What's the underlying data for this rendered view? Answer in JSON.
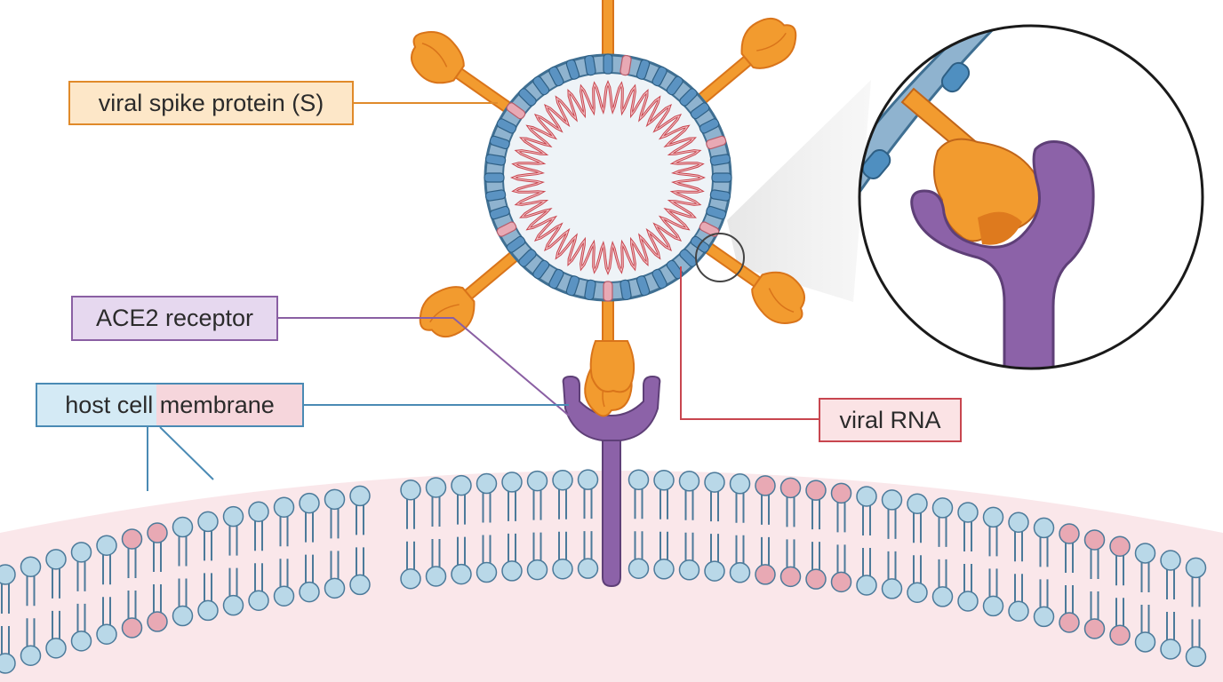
{
  "labels": {
    "spike": "viral spike protein (S)",
    "ace2": "ACE2 receptor",
    "host_membrane": "host cell membrane",
    "rna": "viral RNA"
  },
  "colors": {
    "spike": "#f29b2f",
    "spike_dark": "#d9741a",
    "envelope": "#8fb3cf",
    "envelope_dark": "#3f6f92",
    "rna": "#c8464f",
    "ace2": "#8c62a8",
    "ace2_dark": "#5e3f77",
    "lipid_head": "#b9d8e8",
    "lipid_head_pink": "#e8a9b4",
    "lipid_tail": "#4c7a9a",
    "cytoplasm": "#fae7ea",
    "label_spike_border": "#e08a2a",
    "label_spike_fill": "#fde7c8",
    "label_ace2_border": "#8a5fa3",
    "label_ace2_fill": "#e6d8ef",
    "label_host_border": "#4a8ab4",
    "label_host_fill": "#d4eaf5",
    "label_host_fill_pink": "#f6d6dc",
    "label_rna_border": "#c8464f",
    "label_rna_fill": "#fbe3e5"
  }
}
